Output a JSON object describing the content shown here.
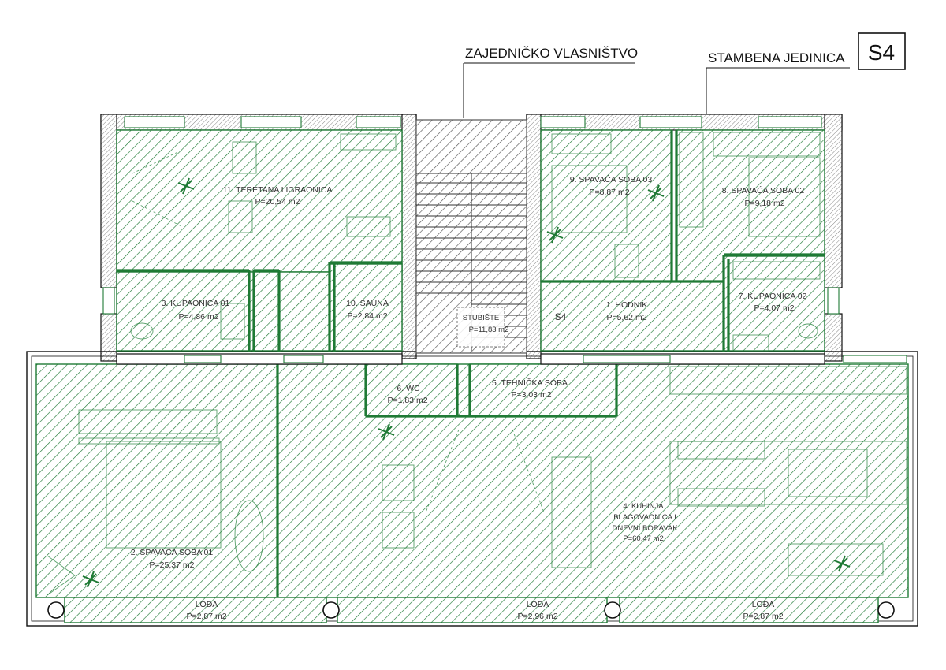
{
  "header": {
    "shared_label": "ZAJEDNIČKO VLASNIŠTVO",
    "unit_label": "STAMBENA  JEDINICA",
    "unit_code": "S4"
  },
  "colors": {
    "hatch_green": "#1f7a35",
    "stair_gray": "#555555",
    "wall": "#111111",
    "wall_hatch": "#7a7a7a"
  },
  "rooms": [
    {
      "id": "r11",
      "name": "11. TERETANA I IGRAONICA",
      "area": "P=20,54 m2"
    },
    {
      "id": "r3",
      "name": "3. KUPAONICA 01",
      "area": "P=4,86 m2"
    },
    {
      "id": "r10",
      "name": "10. SAUNA",
      "area": "P=2,84 m2"
    },
    {
      "id": "stair",
      "name": "STUBIŠTE",
      "area": "P=11,83 m2"
    },
    {
      "id": "r9",
      "name": "9. SPAVAĆA SOBA 03",
      "area": "P=8,87 m2"
    },
    {
      "id": "r8",
      "name": "8. SPAVAĆA SOBA 02",
      "area": "P=9,18 m2"
    },
    {
      "id": "r1",
      "name": "1. HODNIK",
      "area": "P=5,62 m2"
    },
    {
      "id": "r7",
      "name": "7. KUPAONICA 02",
      "area": "P=4,07 m2"
    },
    {
      "id": "r6",
      "name": "6. WC",
      "area": "P=1,83 m2"
    },
    {
      "id": "r5",
      "name": "5. TEHNIČKA SOBA",
      "area": "P=3,03 m2"
    },
    {
      "id": "r2",
      "name": "2. SPAVAĆA SOBA 01",
      "area": "P=25,37 m2"
    },
    {
      "id": "r4",
      "name": "4. KUHINJA BLAGOVAONICA I DNEVNI BORAVAK",
      "area": "P=60,47 m2"
    },
    {
      "id": "lodja1",
      "name": "LOĐA",
      "area": "P=2,87 m2"
    },
    {
      "id": "lodja2",
      "name": "LOĐA",
      "area": "P=2,96 m2"
    },
    {
      "id": "lodja3",
      "name": "LOĐA",
      "area": "P=2,87 m2"
    }
  ],
  "room4_lines": [
    "4. KUHINJA",
    "BLAGOVAONICA I",
    "DNEVNI BORAVAK"
  ],
  "unit_tag": "S4"
}
